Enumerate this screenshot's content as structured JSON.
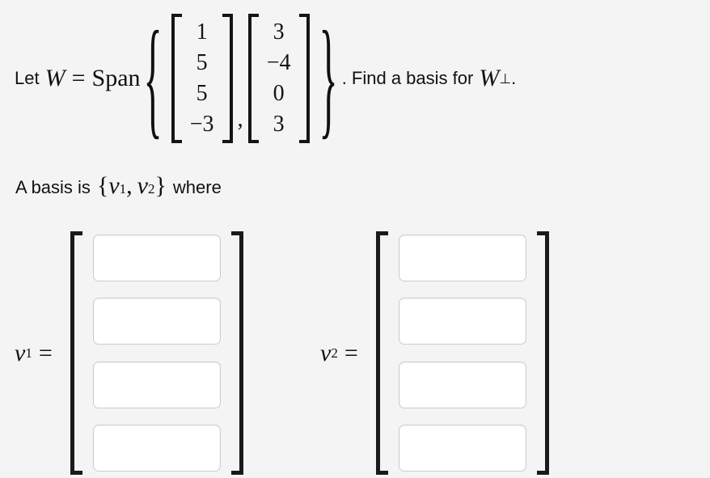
{
  "background_color": "#f4f4f4",
  "problem": {
    "lead_text": "Let",
    "space_symbol": "W",
    "equals": "=",
    "span_word": "Span",
    "brace_open": "{",
    "brace_close": "}",
    "separator": ",",
    "vectors": [
      {
        "name": "spanning-vector-1",
        "entries": [
          "1",
          "5",
          "5",
          "−3"
        ]
      },
      {
        "name": "spanning-vector-2",
        "entries": [
          "3",
          "−4",
          "0",
          "3"
        ]
      }
    ],
    "question_text": ". Find a basis for",
    "orthogonal_symbol": "W",
    "orthogonal_sup": "⊥",
    "period": "."
  },
  "basis_line": {
    "prefix": "A basis is",
    "brace_open": "{",
    "v1_symbol": "v",
    "v1_sub": "1",
    "comma": ",",
    "v2_symbol": "v",
    "v2_sub": "2",
    "brace_close": "}",
    "suffix": "where"
  },
  "answers": [
    {
      "id": "v1",
      "label_symbol": "v",
      "label_sub": "1",
      "label_equals": "=",
      "inputs": [
        {
          "name": "v1-entry-1",
          "value": "",
          "placeholder": ""
        },
        {
          "name": "v1-entry-2",
          "value": "",
          "placeholder": ""
        },
        {
          "name": "v1-entry-3",
          "value": "",
          "placeholder": ""
        },
        {
          "name": "v1-entry-4",
          "value": "",
          "placeholder": ""
        }
      ]
    },
    {
      "id": "v2",
      "label_symbol": "v",
      "label_sub": "2",
      "label_equals": "=",
      "inputs": [
        {
          "name": "v2-entry-1",
          "value": "",
          "placeholder": ""
        },
        {
          "name": "v2-entry-2",
          "value": "",
          "placeholder": ""
        },
        {
          "name": "v2-entry-3",
          "value": "",
          "placeholder": ""
        },
        {
          "name": "v2-entry-4",
          "value": "",
          "placeholder": ""
        }
      ]
    }
  ]
}
